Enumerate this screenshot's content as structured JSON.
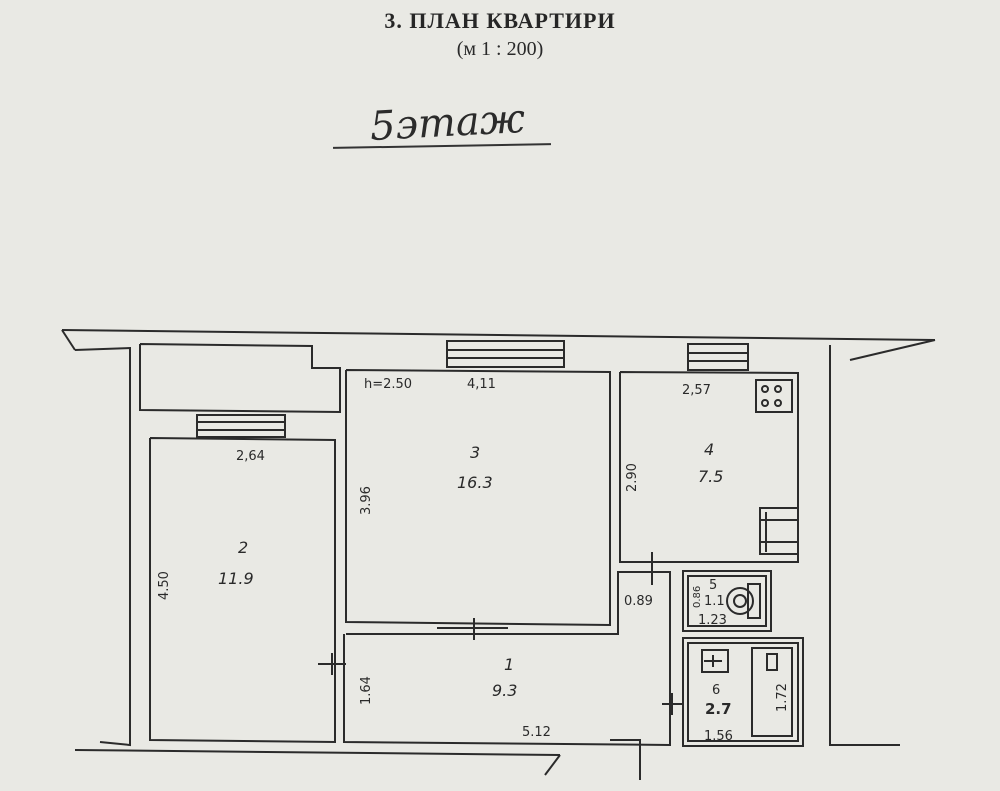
{
  "header": {
    "title": "3. ПЛАН КВАРТИРИ",
    "scale": "(м 1 : 200)",
    "floor": "5этаж"
  },
  "ceiling_height": "h=2.50",
  "rooms": [
    {
      "id": "1",
      "number": "1",
      "area": "9.3"
    },
    {
      "id": "2",
      "number": "2",
      "area": "11.9"
    },
    {
      "id": "3",
      "number": "3",
      "area": "16.3"
    },
    {
      "id": "4",
      "number": "4",
      "area": "7.5"
    },
    {
      "id": "5",
      "number": "5",
      "area": "1.1"
    },
    {
      "id": "6",
      "number": "6",
      "area": "2.7"
    }
  ],
  "dimensions": {
    "r2_width": "2,64",
    "r2_length": "4.50",
    "r3_width": "4,11",
    "r3_length": "3.96",
    "r4_width": "2,57",
    "r4_length": "2.90",
    "r1_width": "5.12",
    "r1_length": "1.64",
    "corridor_width": "0.89",
    "r5_length": "0.86",
    "r5_width": "1.23",
    "r6_width": "1.56",
    "r6_length": "1.72"
  }
}
